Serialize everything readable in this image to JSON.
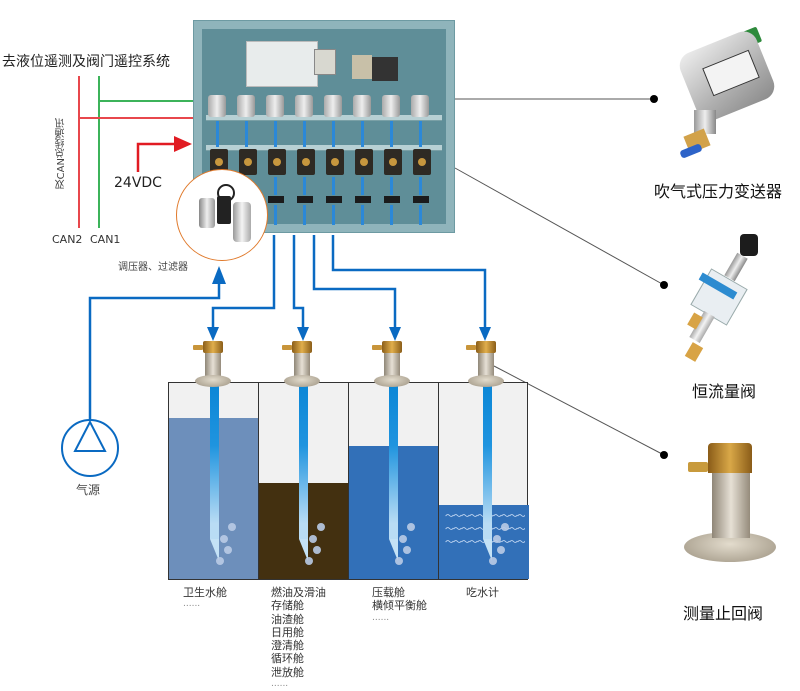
{
  "title": "去液位遥测及阀门遥控系统",
  "bus": {
    "label": "双CAN总线通讯",
    "lines": [
      {
        "name": "CAN2",
        "color": "#e8474c"
      },
      {
        "name": "CAN1",
        "color": "#3cb35a"
      }
    ]
  },
  "power": {
    "label": "24VDC",
    "color": "#e11b22"
  },
  "regulator": {
    "label": "调压器、过滤器",
    "ring_color": "#e07a2c"
  },
  "air_source": {
    "label": "气源"
  },
  "pipe_color": "#0a6ac2",
  "tanks": [
    {
      "label_lines": [
        "卫生水舱",
        "......"
      ],
      "fill_level": 0.82,
      "fluid_color": "#6d8fbb"
    },
    {
      "label_lines": [
        "燃油及滑油",
        "存储舱",
        "油渣舱",
        "日用舱",
        "澄清舱",
        "循环舱",
        "泄放舱",
        "......"
      ],
      "fill_level": 0.49,
      "fluid_color": "#433010"
    },
    {
      "label_lines": [
        "压载舱",
        "横倾平衡舱",
        "......"
      ],
      "fill_level": 0.68,
      "fluid_color": "#3270b8"
    },
    {
      "label_lines": [
        "吃水计"
      ],
      "fill_level": 0.38,
      "fluid_color": "#3270b8",
      "waves": true
    }
  ],
  "components": [
    {
      "label": "吹气式压力变送器"
    },
    {
      "label": "恒流量阀"
    },
    {
      "label": "测量止回阀"
    }
  ]
}
